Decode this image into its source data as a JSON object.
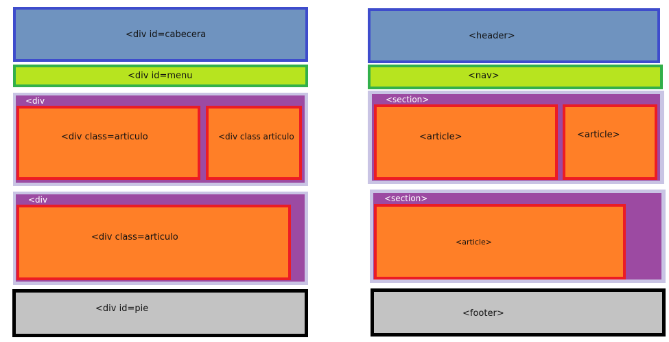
{
  "left": {
    "header_label": "<div id=cabecera",
    "menu_label": "<div id=menu",
    "block1": {
      "tag_label": "<div",
      "article_a_label": "<div class=articulo",
      "article_b_label": "<div class articulo"
    },
    "block2": {
      "tag_label": "<div",
      "article_label": "<div class=articulo"
    },
    "footer_label": "<div id=pie"
  },
  "right": {
    "header_label": "<header>",
    "nav_label": "<nav>",
    "section1": {
      "tag_label": "<section>",
      "article_a_label": "<article>",
      "article_b_label": "<article>"
    },
    "section2": {
      "tag_label": "<section>",
      "article_label": "<article>"
    },
    "footer_label": "<footer>"
  },
  "colors": {
    "header_fill": "#6f93bf",
    "header_border": "#3e4ccc",
    "nav_fill": "#b7e41f",
    "nav_border": "#32b04a",
    "section_outer": "#c9c4e4",
    "section_fill": "#9c4aa2",
    "article_fill": "#ff7f27",
    "article_border": "#ec1c24",
    "footer_fill": "#c3c3c3",
    "footer_border": "#000000"
  }
}
